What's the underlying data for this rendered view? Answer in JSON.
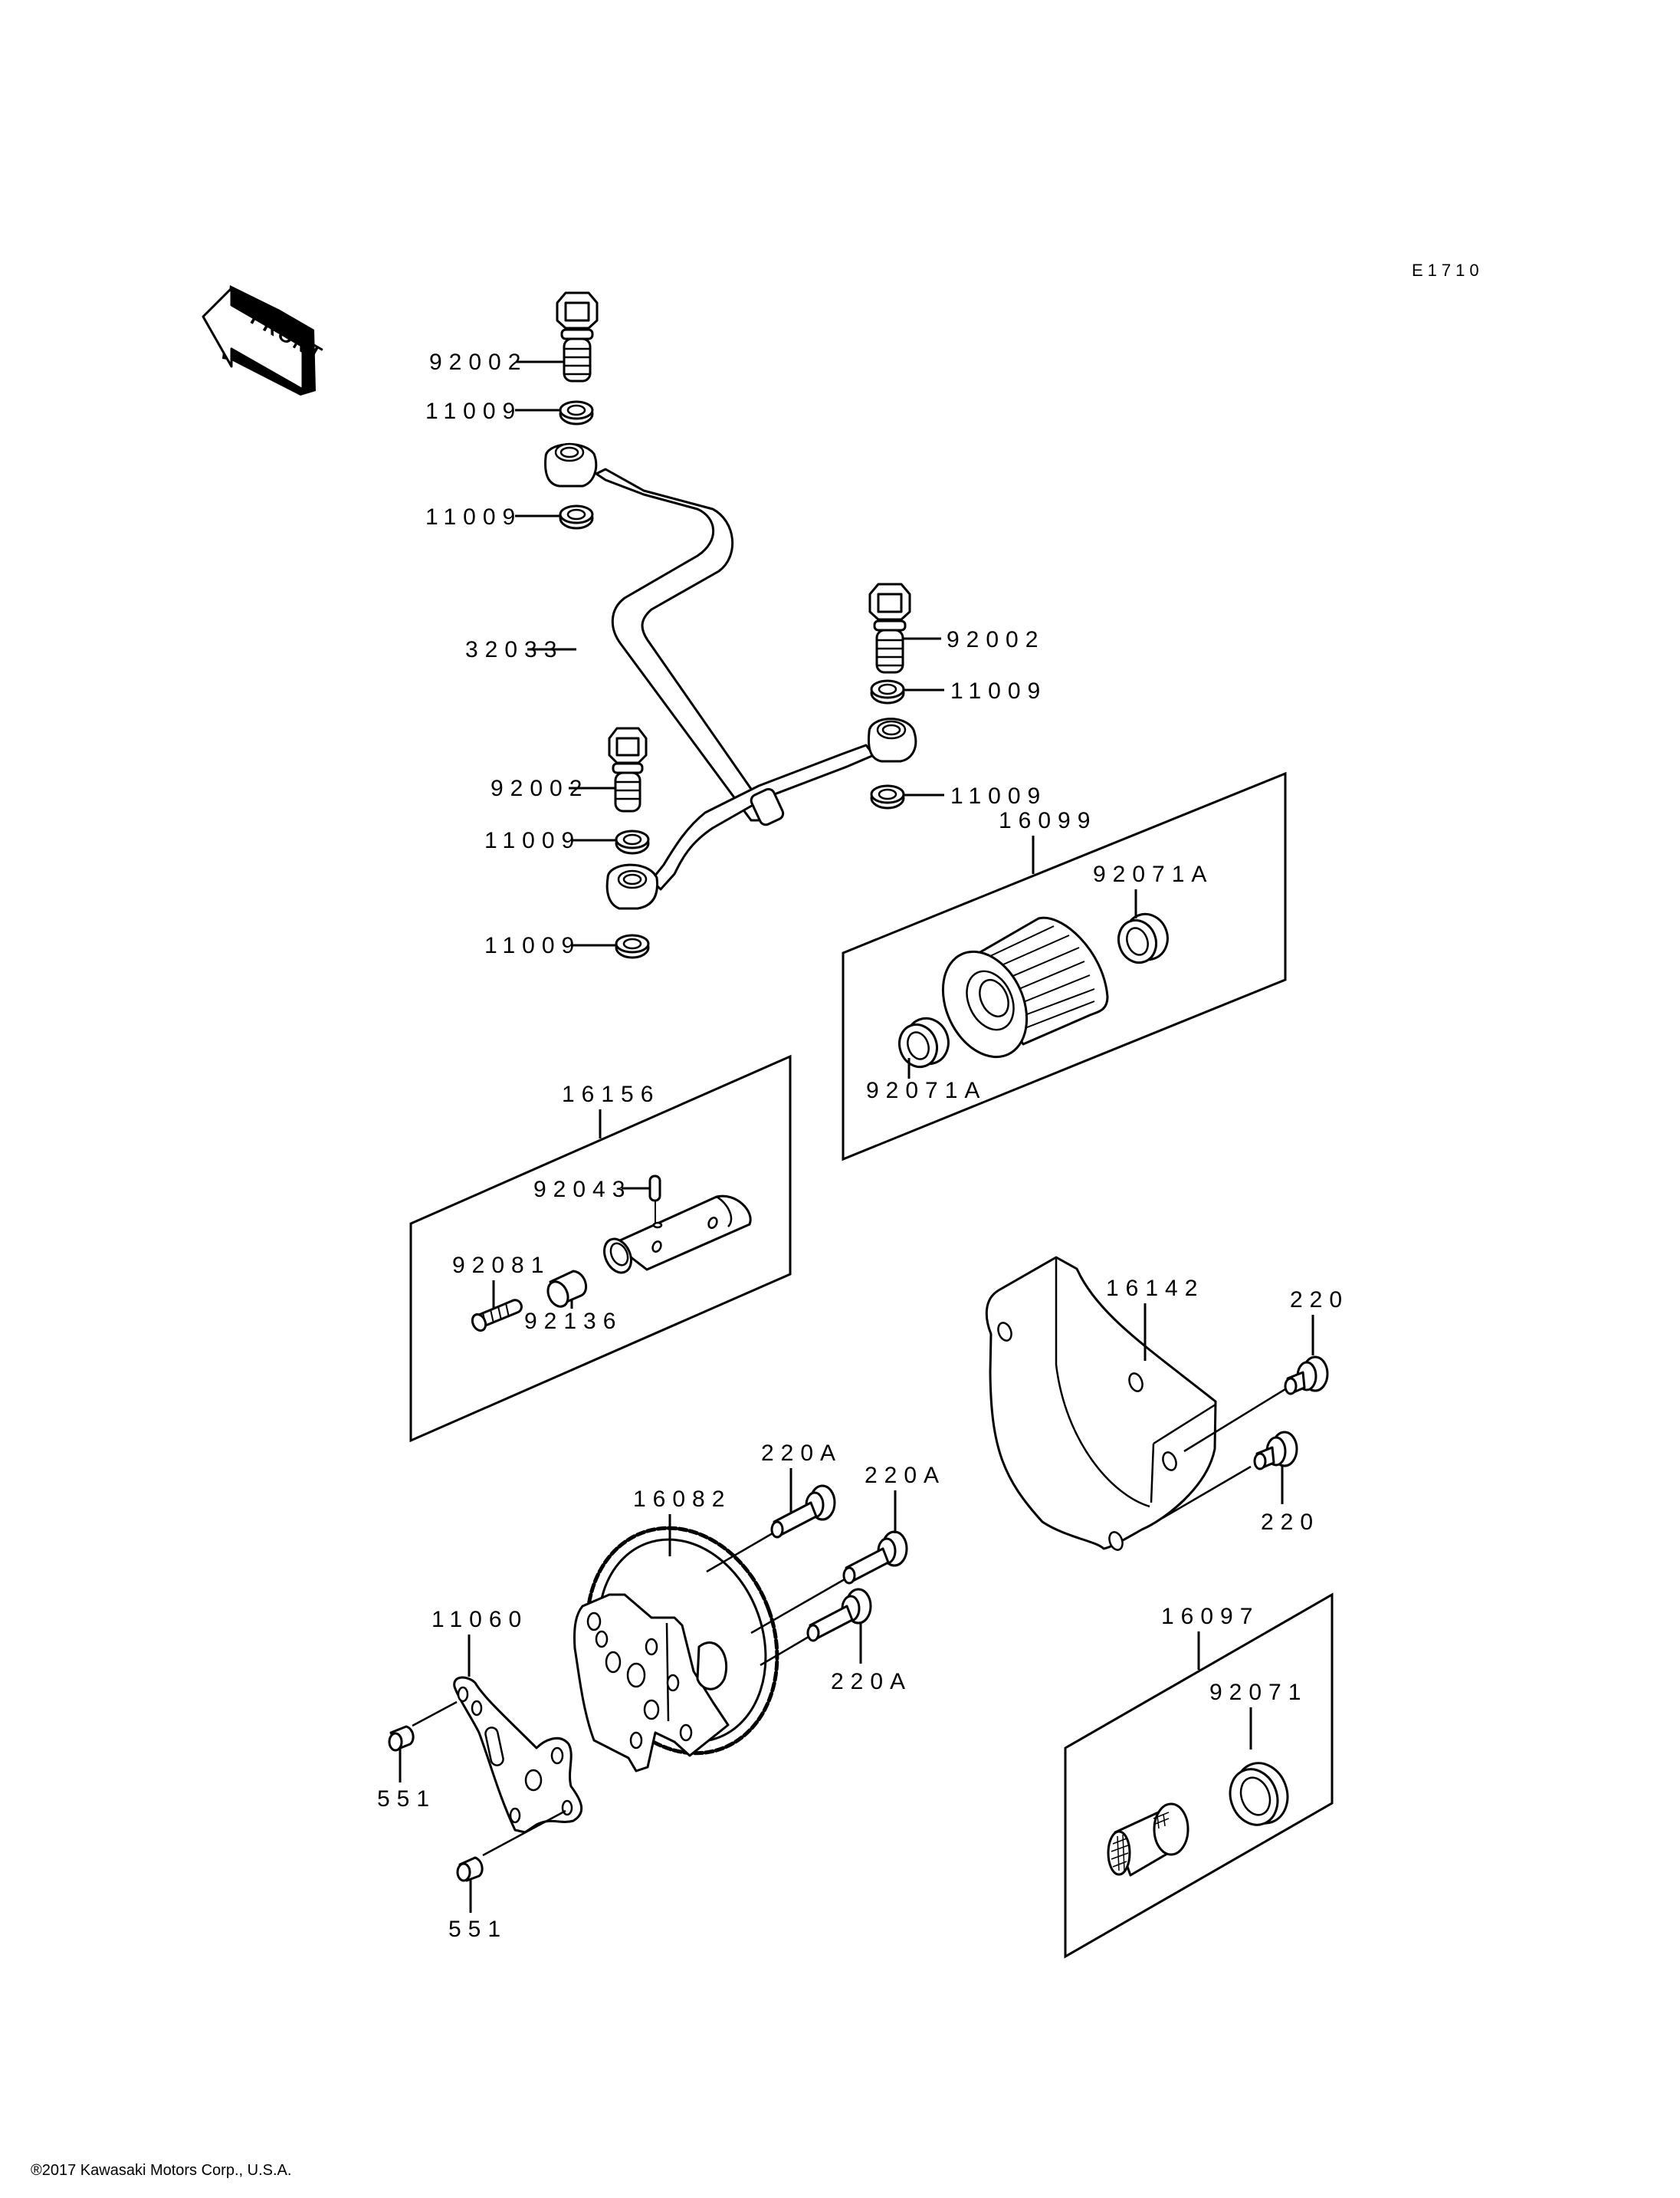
{
  "diagram": {
    "code": "E1710",
    "front_indicator": "FRONT",
    "copyright": "®2017 Kawasaki Motors Corp., U.S.A."
  },
  "callouts": {
    "bolt_top": "92002",
    "washer_top_1": "11009",
    "washer_top_2": "11009",
    "oil_pipe": "32033",
    "bolt_right": "92002",
    "washer_right_1": "11009",
    "washer_right_2": "11009",
    "bolt_left": "92002",
    "washer_left_1": "11009",
    "washer_left_2": "11009",
    "oil_filter_set": "16099",
    "filter_seal_upper": "92071A",
    "filter_seal_lower": "92071A",
    "relief_valve_set": "16156",
    "valve_pin": "92043",
    "valve_spring": "92081",
    "valve_plunger": "92136",
    "pump_cover": "16142",
    "cover_screw_upper": "220",
    "cover_screw_lower": "220",
    "oil_pump_assy": "16082",
    "pump_screw_1": "220A",
    "pump_screw_2": "220A",
    "pump_screw_3": "220A",
    "gasket_plate": "11060",
    "dowel_pin_upper": "551",
    "dowel_pin_lower": "551",
    "oil_screen_set": "16097",
    "screen_seal": "92071"
  }
}
